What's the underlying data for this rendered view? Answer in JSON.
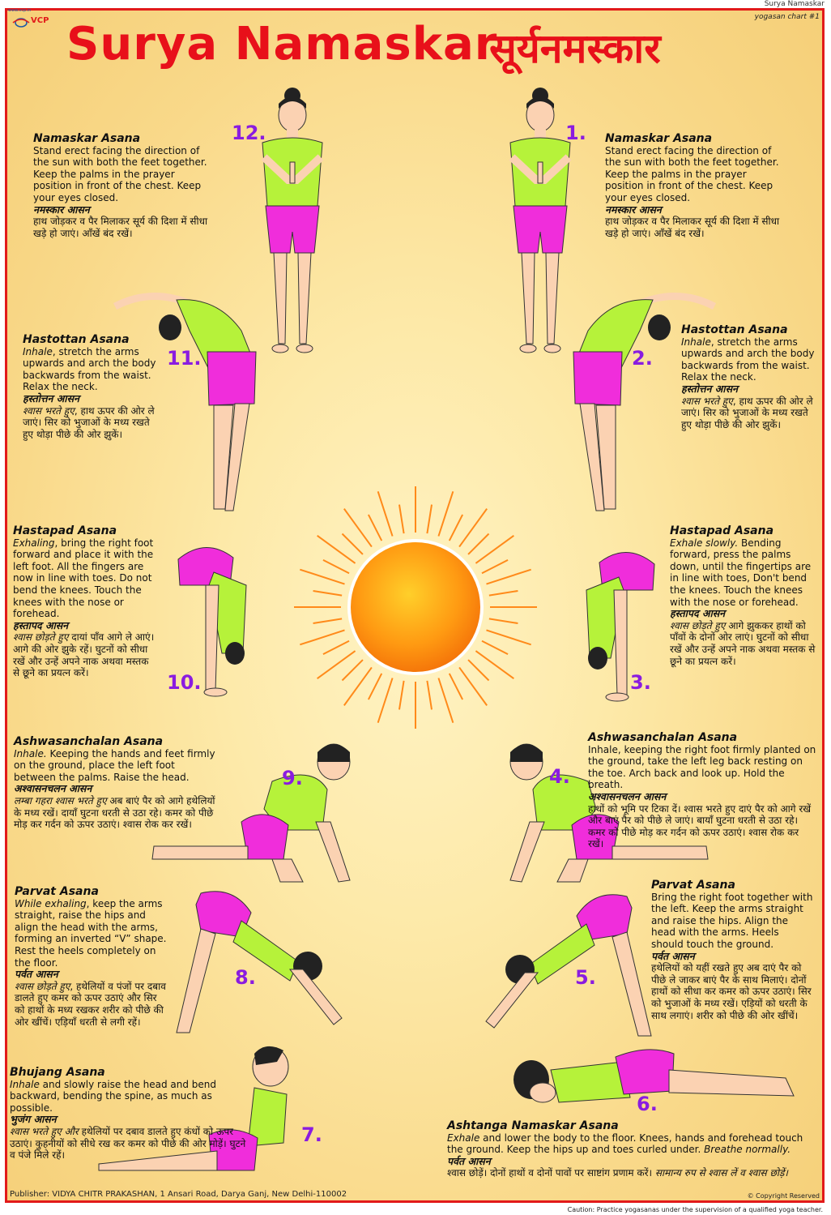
{
  "header": {
    "top_right_label": "Surya Namaskar",
    "logo_url": "www.vcp.in",
    "logo_text": "VCP",
    "chart_no": "yogasan chart #1",
    "title_en": "Surya Namaskar",
    "title_hi": "सूर्यनमस्कार"
  },
  "steps": {
    "s1": {
      "num": "1.",
      "name": "Namaskar Asana",
      "text": "Stand erect facing the direction of the sun with both the feet together. Keep the  palms in the prayer position in front of the chest. Keep your eyes closed.",
      "name_hi": "नमस्कार आसन",
      "text_hi": "हाथ जोड़कर व पैर मिलाकर सूर्य की दिशा में सीधा खड़े हो जाएं। आँखें बंद रखें।"
    },
    "s12": {
      "num": "12.",
      "name": "Namaskar Asana",
      "text": "Stand erect facing the direction of the sun with both the feet together. Keep the  palms in the prayer position in front of the chest. Keep your eyes closed.",
      "name_hi": "नमस्कार आसन",
      "text_hi": "हाथ जोड़कर व पैर मिलाकर सूर्य की दिशा में सीधा खड़े हो जाएं। आँखें बंद रखें।"
    },
    "s2": {
      "num": "2.",
      "name": "Hastottan Asana",
      "lead": "Inhale",
      "text": ", stretch the arms upwards and arch the body backwards from the waist. Relax the neck.",
      "name_hi": "हस्तोत्तन आसन",
      "lead_hi": "श्वास भरते हुए",
      "text_hi": ", हाथ ऊपर की ओर ले जाएं। सिर को भुजाओं के मध्य रखते हुए थोड़ा पीछे की ओर झुकें।"
    },
    "s11": {
      "num": "11.",
      "name": "Hastottan Asana",
      "lead": "Inhale",
      "text": ", stretch the arms upwards and arch the body backwards from the waist. Relax the neck.",
      "name_hi": "हस्तोत्तन आसन",
      "lead_hi": "श्वास भरते हुए",
      "text_hi": ", हाथ ऊपर की ओर ले जाएं। सिर को भुजाओं के मध्य रखते हुए थोड़ा पीछे की ओर झुकें।"
    },
    "s3": {
      "num": "3.",
      "name": "Hastapad Asana",
      "lead": "Exhale slowly.",
      "text": " Bending forward, press the palms down, until the fingertips are in line with toes, Don't bend the knees. Touch the knees with the nose or forehead.",
      "name_hi": "हस्तापद आसन",
      "lead_hi": "श्वास छोड़ते हुए",
      "text_hi": " आगे झुककर हाथों को पाँवों के दोनों ओर लाएं। घुटनों को सीधा रखें और उन्हें अपने नाक अथवा मस्तक से छूने का प्रयत्न करें।"
    },
    "s10": {
      "num": "10.",
      "name": "Hastapad Asana",
      "lead": "Exhaling",
      "text": ", bring the right foot forward and place it with the left foot. All the fingers are now in line with toes. Do not bend the knees. Touch the knees with the nose or forehead.",
      "name_hi": "हस्तापद आसन",
      "lead_hi": "श्वास छोड़ते हुए",
      "text_hi": " दायां पाँव आगे ले आएं। आगे की ओर झुके रहें। घुटनों को सीधा रखें और उन्हें अपने नाक अथवा मस्तक से छूने का प्रयत्न करें।"
    },
    "s4": {
      "num": "4.",
      "name": "Ashwasanchalan Asana",
      "text": "Inhale, keeping the right foot firmly planted on the ground, take the left leg back resting on the toe. Arch back and look up. Hold the breath.",
      "name_hi": "अश्वासनचलन आसन",
      "text_hi": "हाथों को भूमि पर टिका दें। श्वास भरते हुए दाएं पैर को आगे रखें और बाएं पैर को पीछे ले जाएं। बायाँ घुटना धरती से उठा रहे। कमर को पीछे मोड़ कर गर्दन को ऊपर उठाएं। श्वास रोक कर रखें।"
    },
    "s9": {
      "num": "9.",
      "name": "Ashwasanchalan Asana",
      "lead": "Inhale.",
      "text": " Keeping the hands and feet firmly on the ground, place the left foot between the palms. Raise the head.",
      "name_hi": "अश्वासनचलन आसन",
      "lead_hi": "लम्बा गहरा श्वास भरते हुए",
      "text_hi": " अब बाएं पैर को आगे हथेलियों के मध्य रखें। दायाँ घुटना धरती से उठा रहे। कमर को पीछे मोड़ कर गर्दन को ऊपर उठाएं। श्वास रोक कर रखें।"
    },
    "s5": {
      "num": "5.",
      "name": "Parvat Asana",
      "text": "Bring the right foot together with the left. Keep the arms straight and raise the hips. Align the head with the arms. Heels should touch the ground.",
      "name_hi": "पर्वत आसन",
      "text_hi": "हथेलियों को यहीं रखते हुए अब दाएं पैर को पीछे ले जाकर बाएं पैर के साथ मिलाएं। दोनों हाथों को सीधा कर कमर को ऊपर उठाएं। सिर को भुजाओं के मध्य रखें। एड़ियों को धरती के साथ लगाएं। शरीर को पीछे की ओर खींचें।"
    },
    "s8": {
      "num": "8.",
      "name": "Parvat Asana",
      "lead": "While exhaling",
      "text": ", keep the arms straight, raise the hips and align the head with the arms, forming an inverted “V” shape. Rest the heels completely on the floor.",
      "name_hi": "पर्वत आसन",
      "lead_hi": "श्वास छोड़ते हुए",
      "text_hi": ", हथेलियों व पंजों पर दबाव डालते हुए कमर को ऊपर उठाएं और सिर को हाथों के मध्य रखकर शरीर को पीछे की ओर खींचें। एड़ियाँ धरती से लगी रहें।"
    },
    "s6": {
      "num": "6.",
      "name": "Ashtanga Namaskar Asana",
      "lead": "Exhale",
      "text": " and lower the body to the floor. Knees, hands and forehead touch the ground. Keep the hips up and toes curled under. ",
      "tail": "Breathe normally.",
      "name_hi": "पर्वत आसन",
      "text_hi": "श्वास छोड़ें। दोनों हाथों व दोनों पावों पर साष्टांग प्रणाम करें। ",
      "tail_hi": "सामान्य रुप से श्वास लें व श्वास छोड़ें।"
    },
    "s7": {
      "num": "7.",
      "name": "Bhujang Asana",
      "lead": "Inhale",
      "text": " and slowly raise the head and bend backward, bending the spine, as much as possible.",
      "name_hi": "भुजंग आसन",
      "lead_hi": "श्वास भरते हुए और",
      "text_hi": " हथेलियों पर दबाव डालते हुए कंधों को ऊपर उठाएं। कुहनीयों को सीधे रख कर कमर को पीछे की ओर मोड़ें। घुटने व पंजे मिले रहें।"
    }
  },
  "footer": {
    "publisher": "Publisher: VIDYA CHITR PRAKASHAN, 1 Ansari Road, Darya Ganj, New Delhi-110002",
    "copyright": "© Copyright Reserved",
    "caution": "Caution: Practice yogasanas under the supervision of a qualified yoga teacher."
  },
  "colors": {
    "title": "#e8101a",
    "number": "#8a1ce0",
    "top": "#b6f23a",
    "shorts": "#f02ddb",
    "sun": "#ff9a12"
  }
}
